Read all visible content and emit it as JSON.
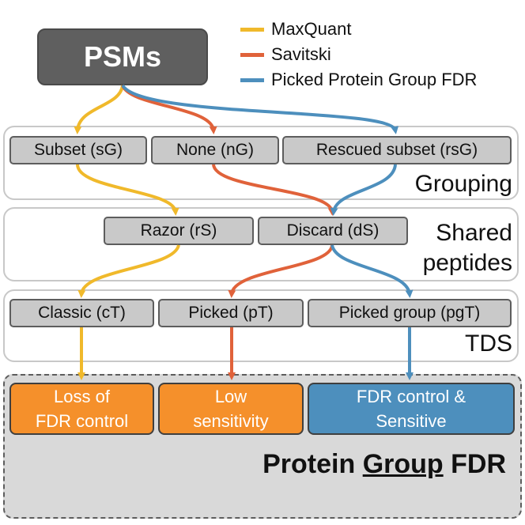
{
  "colors": {
    "maxquant": "#f0b92b",
    "savitski": "#e0623a",
    "picked": "#4d8fbd",
    "outcome_orange": "#f5902b",
    "outcome_blue": "#4d8fbd"
  },
  "legend": [
    {
      "label": "MaxQuant",
      "color": "#f0b92b"
    },
    {
      "label": "Savitski",
      "color": "#e0623a"
    },
    {
      "label": "Picked Protein Group FDR",
      "color": "#4d8fbd"
    }
  ],
  "source_node": "PSMs",
  "sections": {
    "grouping": {
      "label": "Grouping",
      "options": [
        "Subset (sG)",
        "None (nG)",
        "Rescued subset (rsG)"
      ]
    },
    "shared": {
      "label_line1": "Shared",
      "label_line2": "peptides",
      "options": [
        "Razor (rS)",
        "Discard (dS)"
      ]
    },
    "tds": {
      "label": "TDS",
      "options": [
        "Classic (cT)",
        "Picked (pT)",
        "Picked group (pgT)"
      ]
    }
  },
  "outcomes": [
    {
      "line1": "Loss of",
      "line2": "FDR control"
    },
    {
      "line1": "Low",
      "line2": "sensitivity"
    },
    {
      "line1": "FDR control &",
      "line2": "Sensitive"
    }
  ],
  "footer": {
    "before": "Protein ",
    "underlined": "Group",
    "after": " FDR"
  }
}
